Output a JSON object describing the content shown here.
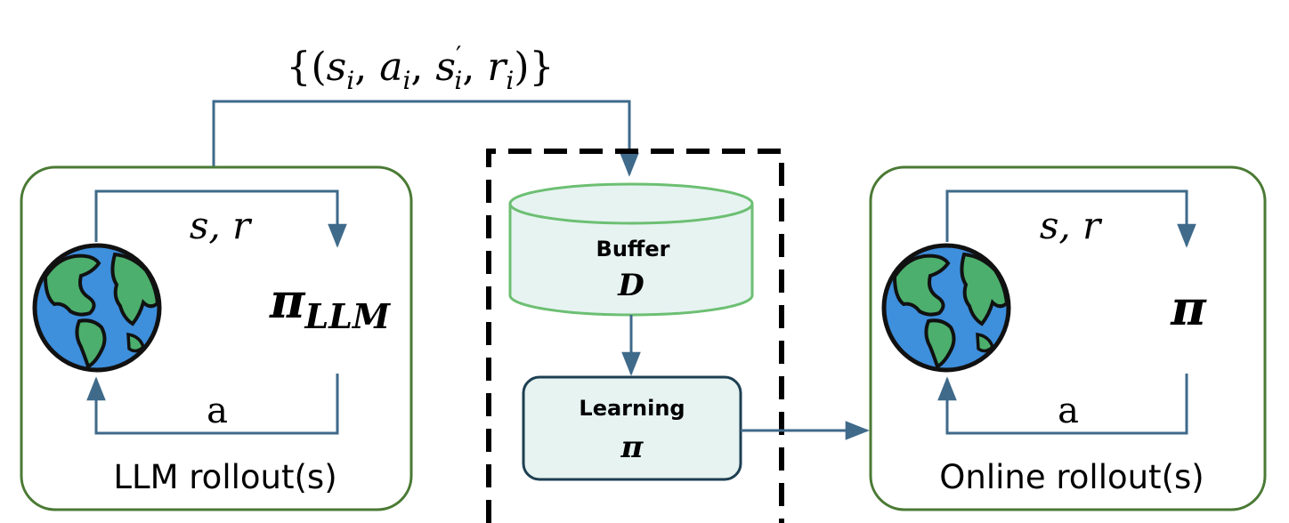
{
  "top_label": "{(s_i, a_i, s'_i, r_i)}",
  "left_panel": {
    "state_reward_label": "s, r",
    "policy_label": "π",
    "policy_subscript": "LLM",
    "action_label": "a",
    "caption": "LLM rollout(s)"
  },
  "center_panel": {
    "buffer_title": "Buffer",
    "buffer_symbol": "D",
    "learning_title": "Learning",
    "learning_symbol": "π"
  },
  "right_panel": {
    "state_reward_label": "s, r",
    "policy_label": "π",
    "action_label": "a",
    "caption": "Online rollout(s)"
  },
  "icons": [
    "globe-icon",
    "globe-icon"
  ],
  "colors": {
    "panel_border": "#4a7a34",
    "arrow": "#3f6a8a",
    "buffer_border": "#6cbf72",
    "buffer_fill": "#e6f3f1",
    "learning_border": "#1e3f52",
    "learning_fill": "#e6f3f1",
    "dashed_box": "#000000",
    "globe_ocean": "#3e8fdc",
    "globe_land": "#4caf6d"
  }
}
